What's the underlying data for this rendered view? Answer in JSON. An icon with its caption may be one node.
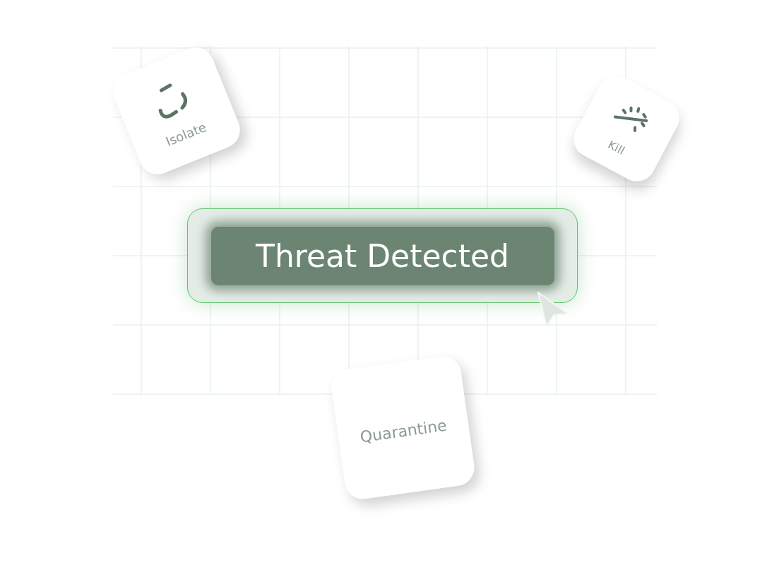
{
  "diagram": {
    "nodes": [
      {
        "text": [
          "Isolate"
        ]
      },
      {
        "text": [
          "Kill"
        ]
      },
      {
        "text": [
          "Threat Detected"
        ]
      },
      {
        "text": [
          "Quarantine"
        ]
      }
    ]
  }
}
